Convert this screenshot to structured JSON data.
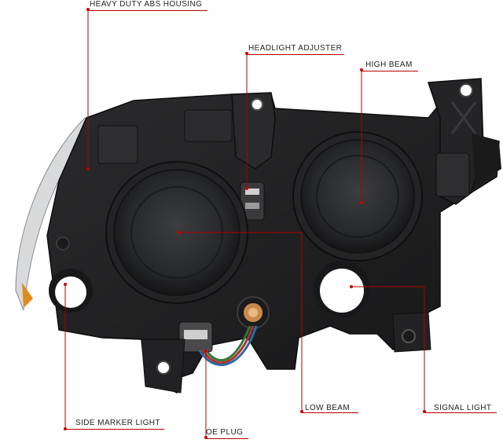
{
  "colors": {
    "callout_line": "#b00000",
    "callout_dot": "#cc0000",
    "housing": "#1e1e1f",
    "background": "#ffffff"
  },
  "callouts": [
    {
      "id": "housing",
      "text": "HEAVY DUTY ABS HOUSING"
    },
    {
      "id": "adjuster",
      "text": "HEADLIGHT ADJUSTER"
    },
    {
      "id": "high_beam",
      "text": "HIGH BEAM"
    },
    {
      "id": "side_marker",
      "text": "SIDE MARKER LIGHT"
    },
    {
      "id": "oe_plug",
      "text": "OE PLUG"
    },
    {
      "id": "low_beam",
      "text": "LOW BEAM"
    },
    {
      "id": "signal",
      "text": "SIGNAL LIGHT"
    }
  ]
}
